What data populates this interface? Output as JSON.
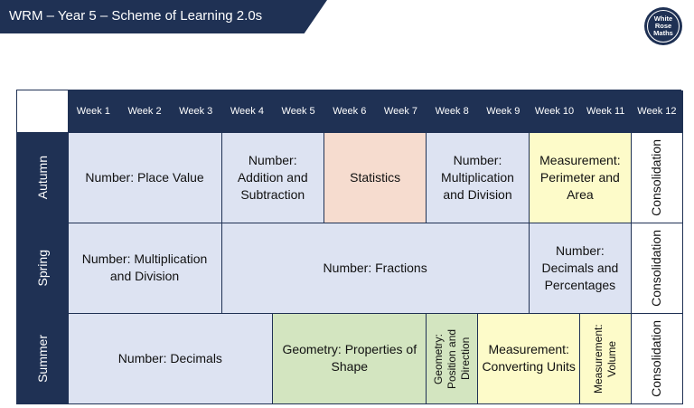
{
  "header": {
    "title": "WRM – Year 5 – Scheme of Learning 2.0s"
  },
  "logo": {
    "line1": "White",
    "line2": "Rose",
    "line3": "Maths"
  },
  "weeks": [
    "Week 1",
    "Week 2",
    "Week 3",
    "Week 4",
    "Week 5",
    "Week 6",
    "Week 7",
    "Week 8",
    "Week 9",
    "Week 10",
    "Week 11",
    "Week 12"
  ],
  "terms": {
    "autumn": {
      "name": "Autumn",
      "units": [
        "Number: Place Value",
        "Number: Addition and Subtraction",
        "Statistics",
        "Number: Multiplication and Division",
        "Measurement: Perimeter and Area",
        "Consolidation"
      ]
    },
    "spring": {
      "name": "Spring",
      "units": [
        "Number: Multiplication and Division",
        "Number: Fractions",
        "Number: Decimals and Percentages",
        "Consolidation"
      ]
    },
    "summer": {
      "name": "Summer",
      "units": [
        "Number: Decimals",
        "Geometry: Properties of Shape",
        "Geometry: Position and Direction",
        "Measurement: Converting Units",
        "Measurement: Volume",
        "Consolidation"
      ]
    }
  },
  "colors": {
    "navy": "#1f3154",
    "blue": "#dde3f2",
    "peach": "#f6dccf",
    "yellow": "#fdfbc9",
    "green": "#d3e5c0"
  }
}
